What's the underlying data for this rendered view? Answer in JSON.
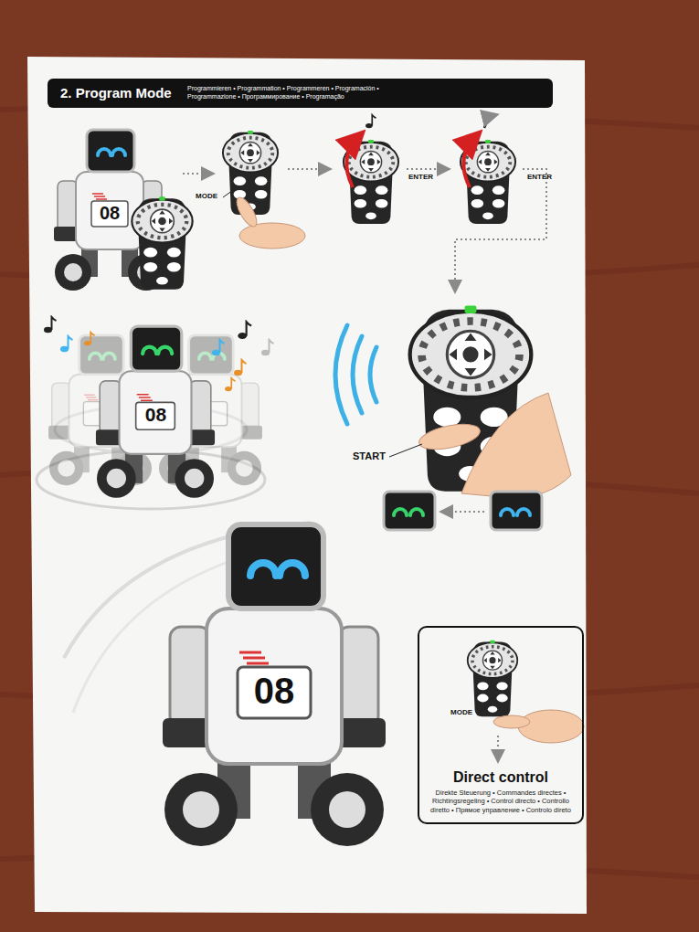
{
  "diagram": {
    "title": "2. Program Mode",
    "nodes": [
      {
        "text": [
          "Direct control",
          "Direkte Steuerung • Commandes directes • Richtingsregeling • Control directo • Controllo diretto • Прямое управление • Controlo direto"
        ]
      }
    ],
    "labels": [
      "Programmieren • Programmation • Programmeren • Programación • Programmazione • Программирование • Programação",
      "MODE",
      "ENTER",
      "ENTER",
      "START",
      "MODE",
      "08",
      "08",
      "08"
    ]
  }
}
